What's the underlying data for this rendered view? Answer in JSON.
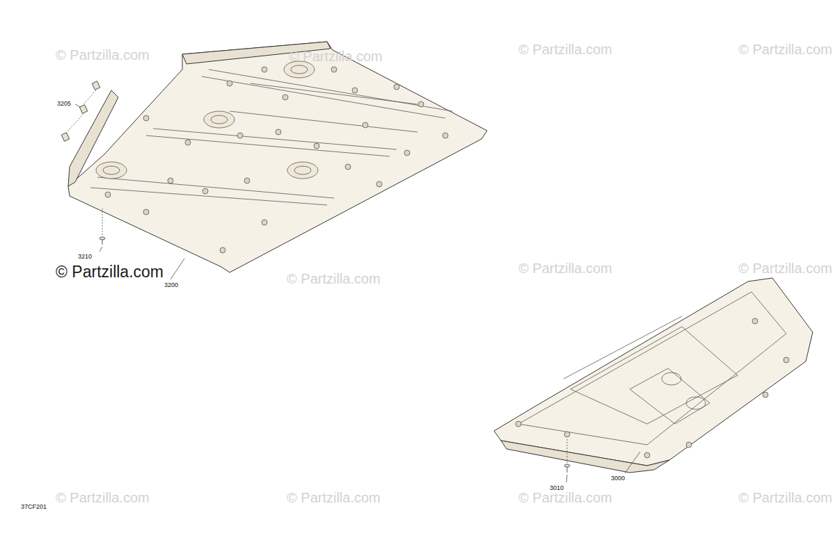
{
  "diagram": {
    "labels": [
      "© Partzilla.com",
      "© Partzilla.com",
      "© Partzilla.com",
      "© Partzilla.com",
      "3205",
      "3210",
      "© Partzilla.com",
      "3200",
      "© Partzilla.com",
      "© Partzilla.com",
      "© Partzilla.com",
      "3010",
      "3000",
      "© Partzilla.com",
      "© Partzilla.com",
      "© Partzilla.com",
      "© Partzilla.com",
      "37CF201"
    ]
  }
}
